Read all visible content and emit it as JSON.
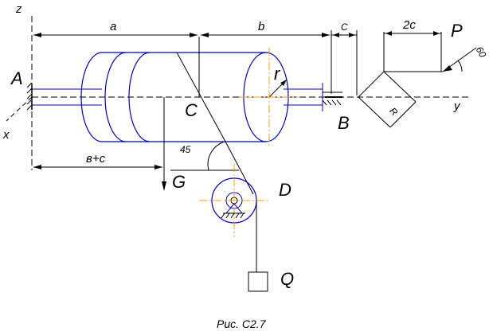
{
  "labels": {
    "axis_z": "z",
    "axis_x": "x",
    "axis_y": "y",
    "A": "A",
    "B": "B",
    "C": "C",
    "D": "D",
    "G": "G",
    "P": "P",
    "Q": "Q",
    "r": "r",
    "R": "R",
    "dim_a": "a",
    "dim_b": "b",
    "dim_c": "C",
    "dim_2c": "2c",
    "dim_bc": "в+с",
    "angle_45": "45",
    "angle_60": "60"
  },
  "caption": "Рис. С2.7",
  "colors": {
    "outline": "#0000cc",
    "axis": "#000000",
    "center_marks": "#ff9900"
  }
}
